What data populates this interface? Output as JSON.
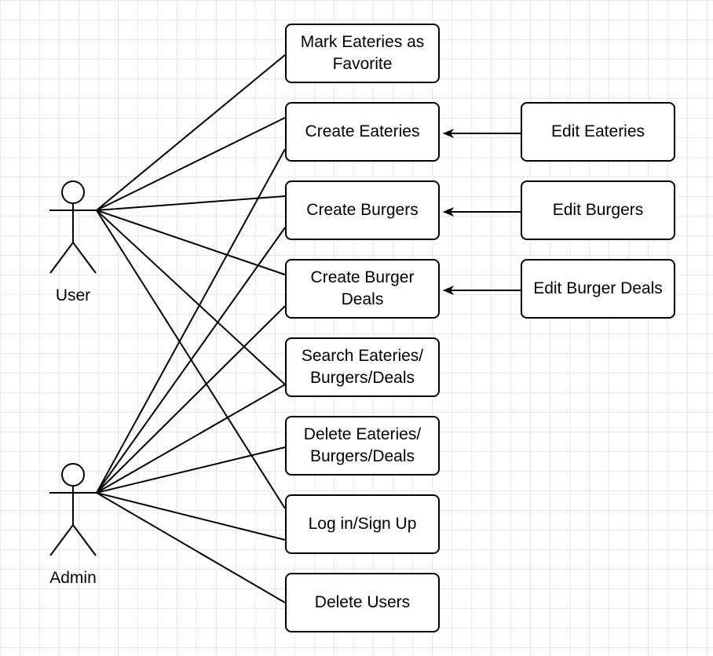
{
  "actors": [
    {
      "id": "user",
      "label": "User"
    },
    {
      "id": "admin",
      "label": "Admin"
    }
  ],
  "use_cases": [
    {
      "id": "mark_fav",
      "label": "Mark Eateries as\nFavorite"
    },
    {
      "id": "create_eateries",
      "label": "Create Eateries"
    },
    {
      "id": "create_burgers",
      "label": "Create Burgers"
    },
    {
      "id": "create_deals",
      "label": "Create Burger\nDeals"
    },
    {
      "id": "search",
      "label": "Search Eateries/\nBurgers/Deals"
    },
    {
      "id": "delete_items",
      "label": "Delete Eateries/\nBurgers/Deals"
    },
    {
      "id": "login",
      "label": "Log in/Sign Up"
    },
    {
      "id": "delete_users",
      "label": "Delete Users"
    },
    {
      "id": "edit_eateries",
      "label": "Edit Eateries"
    },
    {
      "id": "edit_burgers",
      "label": "Edit Burgers"
    },
    {
      "id": "edit_deals",
      "label": "Edit Burger Deals"
    }
  ],
  "associations": [
    {
      "from": "user",
      "to": "mark_fav"
    },
    {
      "from": "user",
      "to": "create_eateries"
    },
    {
      "from": "user",
      "to": "create_burgers"
    },
    {
      "from": "user",
      "to": "create_deals"
    },
    {
      "from": "user",
      "to": "search"
    },
    {
      "from": "user",
      "to": "login"
    },
    {
      "from": "admin",
      "to": "create_eateries"
    },
    {
      "from": "admin",
      "to": "create_burgers"
    },
    {
      "from": "admin",
      "to": "create_deals"
    },
    {
      "from": "admin",
      "to": "search"
    },
    {
      "from": "admin",
      "to": "delete_items"
    },
    {
      "from": "admin",
      "to": "login"
    },
    {
      "from": "admin",
      "to": "delete_users"
    }
  ],
  "extensions": [
    {
      "from": "edit_eateries",
      "to": "create_eateries"
    },
    {
      "from": "edit_burgers",
      "to": "create_burgers"
    },
    {
      "from": "edit_deals",
      "to": "create_deals"
    }
  ]
}
